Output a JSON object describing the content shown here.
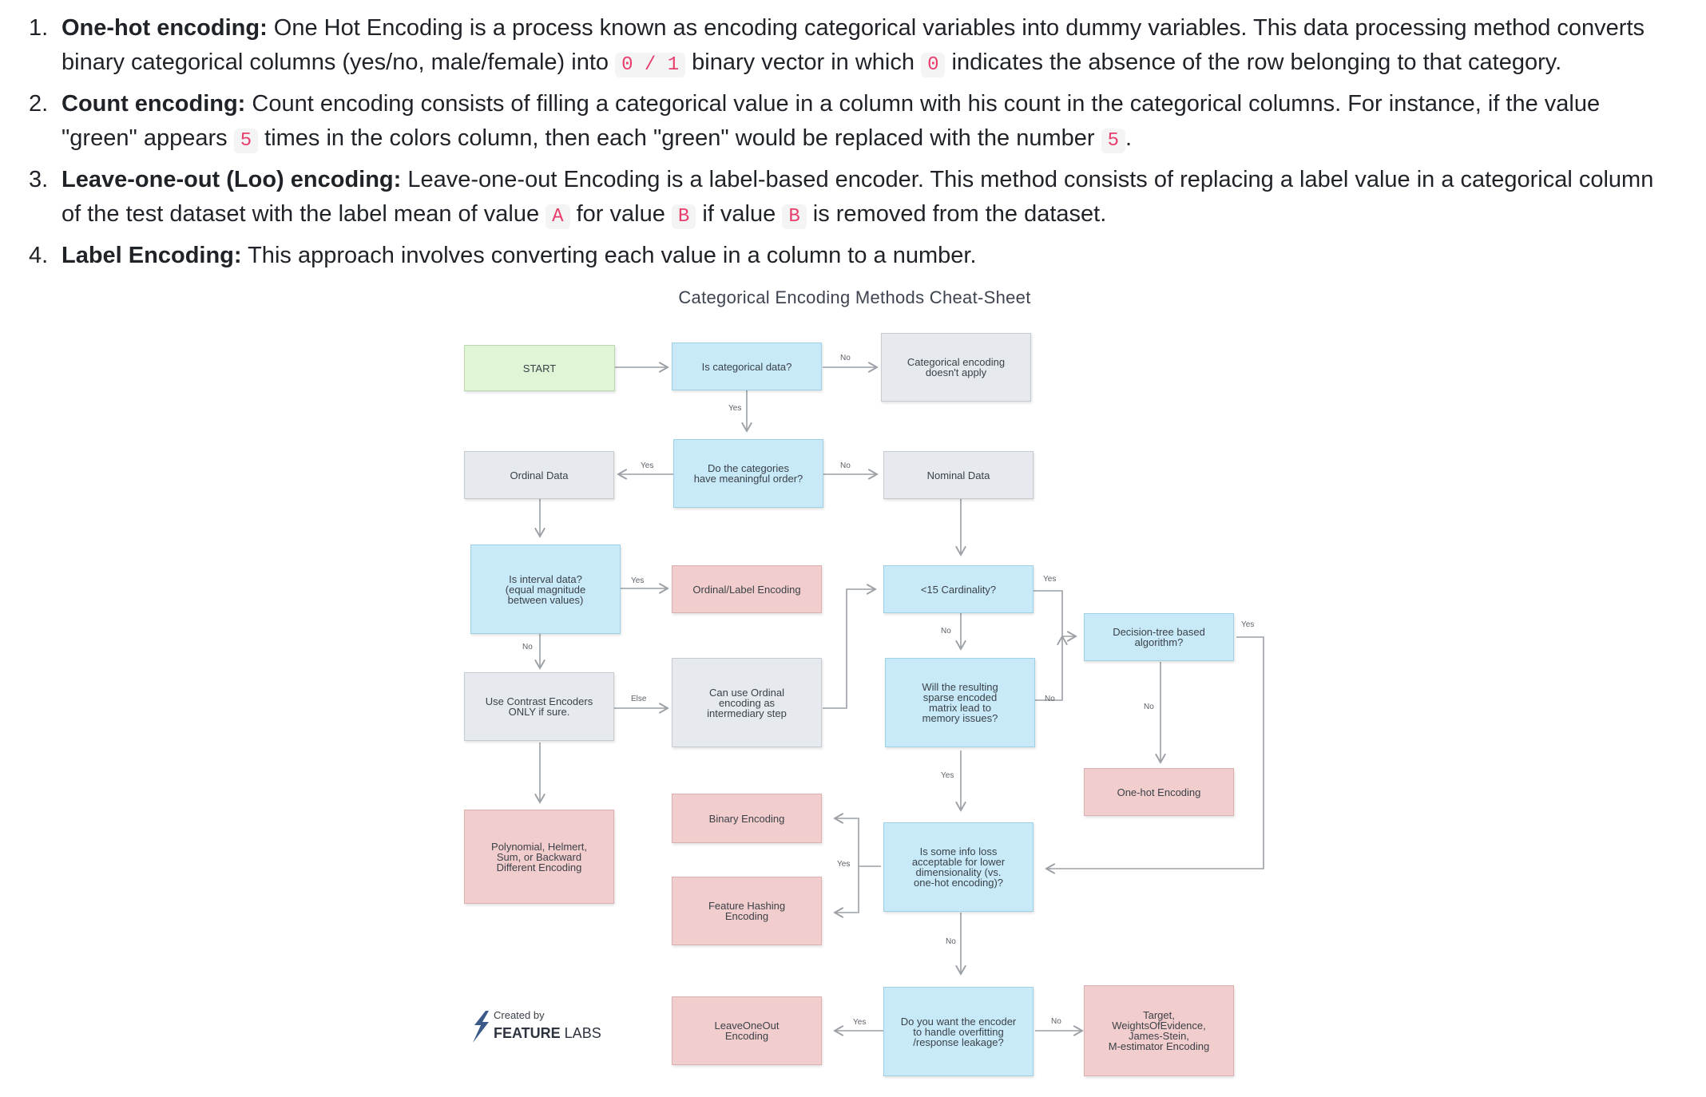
{
  "list": [
    {
      "num": "1.",
      "term": "One-hot encoding:",
      "t1": " One Hot Encoding is a process known as encoding categorical variables into dummy variables. This data processing method converts binary categorical columns (yes/no, male/female) into ",
      "c1": "0 / 1",
      "t2": " binary vector in which ",
      "c2": "0",
      "t3": " indicates the absence of the row belonging to that category."
    },
    {
      "num": "2.",
      "term": "Count encoding:",
      "t1": " Count encoding consists of filling a categorical value in a column with his count in the categorical columns. For instance, if the value \"green\" appears ",
      "c1": "5",
      "t2": " times in the colors column, then each \"green\" would be replaced with the number ",
      "c2": "5",
      "t3": "."
    },
    {
      "num": "3.",
      "term": "Leave-one-out (Loo) encoding:",
      "t1": " Leave-one-out Encoding is a label-based encoder. This method consists of replacing a label value in a categorical column of the test dataset with the label mean of value ",
      "c1": "A",
      "t2": " for value ",
      "c2": "B",
      "t3": " if value ",
      "c3": "B",
      "t4": " is removed from the dataset."
    },
    {
      "num": "4.",
      "term": "Label Encoding:",
      "t1": " This approach involves converting each value in a column to a number."
    }
  ],
  "cheatsheet": {
    "title": "Categorical Encoding Methods Cheat-Sheet",
    "nodes": {
      "start": "START",
      "is_categorical": "Is categorical data?",
      "doesnt_apply": "Categorical encoding\ndoesn't apply",
      "ordinal_data": "Ordinal Data",
      "meaningful_order": "Do the categories\nhave meaningful order?",
      "nominal_data": "Nominal Data",
      "interval": "Is interval data?\n(equal magnitude\nbetween values)",
      "ordinal_label": "Ordinal/Label Encoding",
      "cardinality": "<15 Cardinality?",
      "decision_tree": "Decision-tree based\nalgorithm?",
      "contrast": "Use Contrast Encoders\nONLY if sure.",
      "intermediary": "Can use Ordinal\nencoding as\nintermediary step",
      "sparse": "Will the resulting\nsparse encoded\nmatrix lead to\nmemory issues?",
      "onehot": "One-hot Encoding",
      "polynomial": "Polynomial, Helmert,\nSum, or Backward\nDifferent Encoding",
      "binary": "Binary Encoding",
      "info_loss": "Is some info loss\nacceptable for lower\ndimensionality (vs.\none-hot encoding)?",
      "hashing": "Feature Hashing\nEncoding",
      "leaveoneout": "LeaveOneOut\nEncoding",
      "overfitting": "Do you want the encoder\nto handle overfitting\n/response leakage?",
      "target": "Target,\nWeightsOfEvidence,\nJames-Stein,\nM-estimator Encoding"
    },
    "labels": {
      "no1": "No",
      "yes1": "Yes",
      "yes2": "Yes",
      "no2": "No",
      "yes3": "Yes",
      "no3": "No",
      "yes4": "Yes",
      "no4": "No",
      "else": "Else",
      "no5": "No",
      "yes5": "Yes",
      "yes6": "Yes",
      "no6": "No",
      "yes7": "Yes",
      "no7": "No",
      "yes8": "Yes",
      "no8": "No"
    },
    "logo": {
      "created_by": "Created by",
      "brand_bold": "FEATURE",
      "brand_light": " LABS"
    }
  }
}
